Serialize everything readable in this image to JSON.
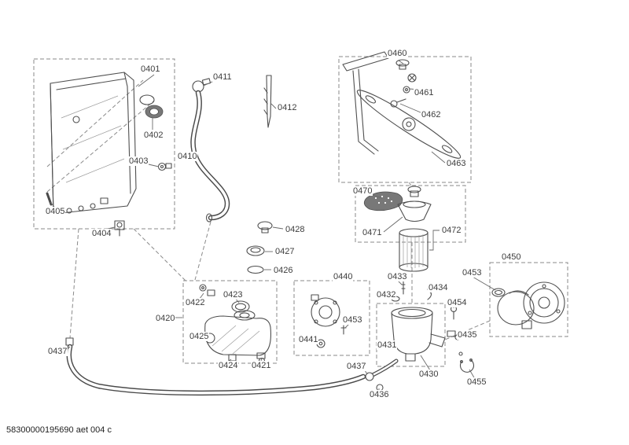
{
  "drawing": {
    "footer_code": "58300000195690 aet 004 c",
    "ink_color": "#4f4f4f",
    "background_color": "#ffffff"
  },
  "parts": [
    {
      "id": "0401",
      "label": "0401"
    },
    {
      "id": "0411",
      "label": "0411"
    },
    {
      "id": "0412",
      "label": "0412"
    },
    {
      "id": "0402",
      "label": "0402"
    },
    {
      "id": "0410",
      "label": "0410"
    },
    {
      "id": "0403",
      "label": "0403"
    },
    {
      "id": "0405",
      "label": "0405"
    },
    {
      "id": "0404",
      "label": "0404"
    },
    {
      "id": "0460",
      "label": "0460"
    },
    {
      "id": "0461",
      "label": "0461"
    },
    {
      "id": "0462",
      "label": "0462"
    },
    {
      "id": "0463",
      "label": "0463"
    },
    {
      "id": "0470",
      "label": "0470"
    },
    {
      "id": "0471",
      "label": "0471"
    },
    {
      "id": "0472",
      "label": "0472"
    },
    {
      "id": "0428",
      "label": "0428"
    },
    {
      "id": "0427",
      "label": "0427"
    },
    {
      "id": "0426",
      "label": "0426"
    },
    {
      "id": "0450",
      "label": "0450"
    },
    {
      "id": "0453-right",
      "label": "0453"
    },
    {
      "id": "0433",
      "label": "0433"
    },
    {
      "id": "0434",
      "label": "0434"
    },
    {
      "id": "0432",
      "label": "0432"
    },
    {
      "id": "0454",
      "label": "0454"
    },
    {
      "id": "0440",
      "label": "0440"
    },
    {
      "id": "0422",
      "label": "0422"
    },
    {
      "id": "0423",
      "label": "0423"
    },
    {
      "id": "0420",
      "label": "0420"
    },
    {
      "id": "0425",
      "label": "0425"
    },
    {
      "id": "0441",
      "label": "0441"
    },
    {
      "id": "0453-mid",
      "label": "0453"
    },
    {
      "id": "0431",
      "label": "0431"
    },
    {
      "id": "0435",
      "label": "0435"
    },
    {
      "id": "0437-left",
      "label": "0437"
    },
    {
      "id": "0424",
      "label": "0424"
    },
    {
      "id": "0421",
      "label": "0421"
    },
    {
      "id": "0437-mid",
      "label": "0437"
    },
    {
      "id": "0430",
      "label": "0430"
    },
    {
      "id": "0455",
      "label": "0455"
    },
    {
      "id": "0436",
      "label": "0436"
    }
  ]
}
